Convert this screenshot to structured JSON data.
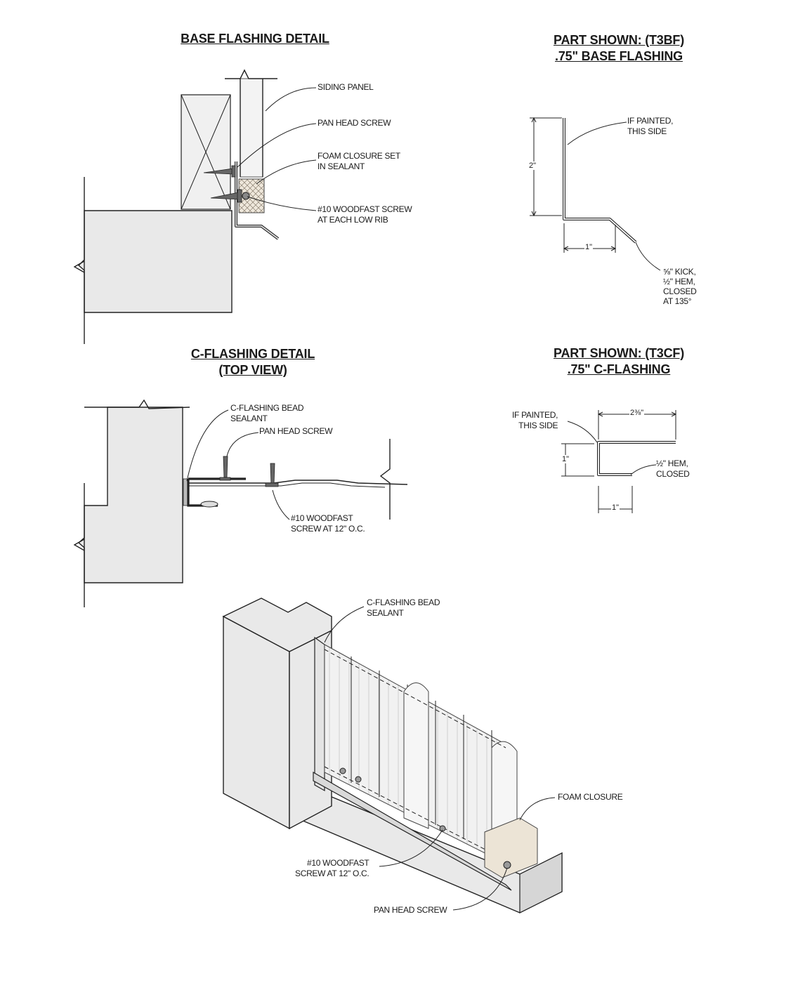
{
  "titles": {
    "base_detail": [
      "BASE FLASHING DETAIL"
    ],
    "base_part": [
      "PART SHOWN: (T3BF)",
      ".75\" BASE FLASHING"
    ],
    "c_detail": [
      "C-FLASHING DETAIL",
      "(TOP VIEW)"
    ],
    "c_part": [
      "PART SHOWN: (T3CF)",
      ".75\" C-FLASHING"
    ]
  },
  "base_detail_callouts": {
    "siding_panel": [
      "SIDING PANEL"
    ],
    "pan_head_screw": [
      "PAN HEAD SCREW"
    ],
    "foam_closure": [
      "FOAM CLOSURE SET",
      "IN SEALANT"
    ],
    "woodfast_screw": [
      "#10 WOODFAST SCREW",
      "AT EACH LOW RIB"
    ]
  },
  "base_part_callouts": {
    "if_painted": [
      "IF PAINTED,",
      "THIS SIDE"
    ],
    "height_dim": "2\"",
    "width_dim": "1\"",
    "kick_note": [
      "⅝\" KICK,",
      "½\" HEM,",
      "CLOSED",
      "AT 135°"
    ]
  },
  "c_detail_callouts": {
    "bead_sealant": [
      "C-FLASHING BEAD",
      "SEALANT"
    ],
    "pan_head_screw": [
      "PAN HEAD SCREW"
    ],
    "woodfast_screw": [
      "#10 WOODFAST",
      "SCREW AT 12\" O.C."
    ]
  },
  "c_part_callouts": {
    "if_painted": [
      "IF PAINTED,",
      "THIS SIDE"
    ],
    "top_dim": "2⅜\"",
    "height_dim": "1\"",
    "bottom_dim": "1\"",
    "hem_note": [
      "½\" HEM,",
      "CLOSED"
    ]
  },
  "iso_callouts": {
    "bead_sealant": [
      "C-FLASHING BEAD",
      "SEALANT"
    ],
    "foam_closure": [
      "FOAM CLOSURE"
    ],
    "woodfast_screw": [
      "#10 WOODFAST",
      "SCREW AT 12\" O.C."
    ],
    "pan_head_screw": [
      "PAN HEAD SCREW"
    ]
  }
}
